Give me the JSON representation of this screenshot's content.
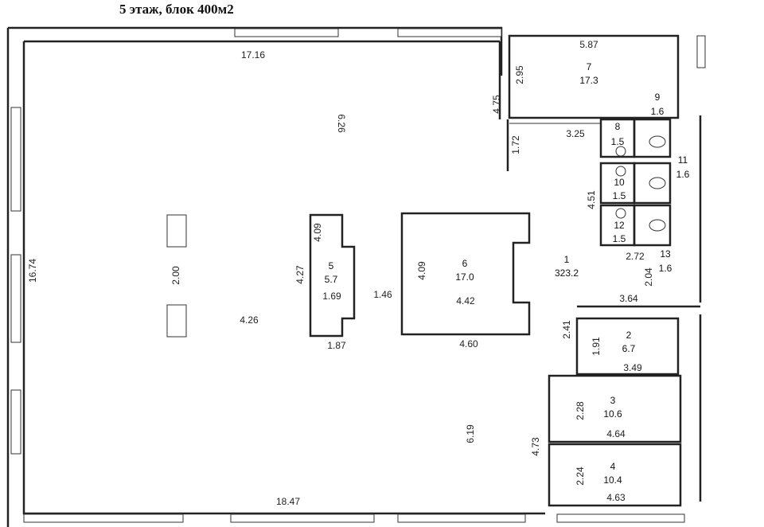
{
  "title": "5 этаж, блок 400м2",
  "rooms": [
    {
      "id": "1",
      "area": "323.2"
    },
    {
      "id": "2",
      "area": "6.7"
    },
    {
      "id": "3",
      "area": "10.6"
    },
    {
      "id": "4",
      "area": "10.4"
    },
    {
      "id": "5",
      "area": "5.7"
    },
    {
      "id": "6",
      "area": "17.0"
    },
    {
      "id": "7",
      "area": "17.3"
    },
    {
      "id": "8",
      "area": "1.5"
    },
    {
      "id": "9",
      "area": "1.6"
    },
    {
      "id": "10",
      "area": "1.5"
    },
    {
      "id": "11",
      "area": "1.6"
    },
    {
      "id": "12",
      "area": "1.5"
    },
    {
      "id": "13",
      "area": "1.6"
    }
  ],
  "dimensions": [
    "17.16",
    "6.26",
    "16.74",
    "2.00",
    "4.26",
    "18.47",
    "6.19",
    "4.09",
    "4.27",
    "1.69",
    "1.87",
    "1.46",
    "4.09",
    "4.42",
    "4.60",
    "5.87",
    "2.95",
    "4.75",
    "1.72",
    "3.25",
    "4.51",
    "2.72",
    "2.04",
    "3.64",
    "2.41",
    "1.91",
    "3.49",
    "2.28",
    "4.64",
    "4.73",
    "2.24",
    "4.63"
  ]
}
